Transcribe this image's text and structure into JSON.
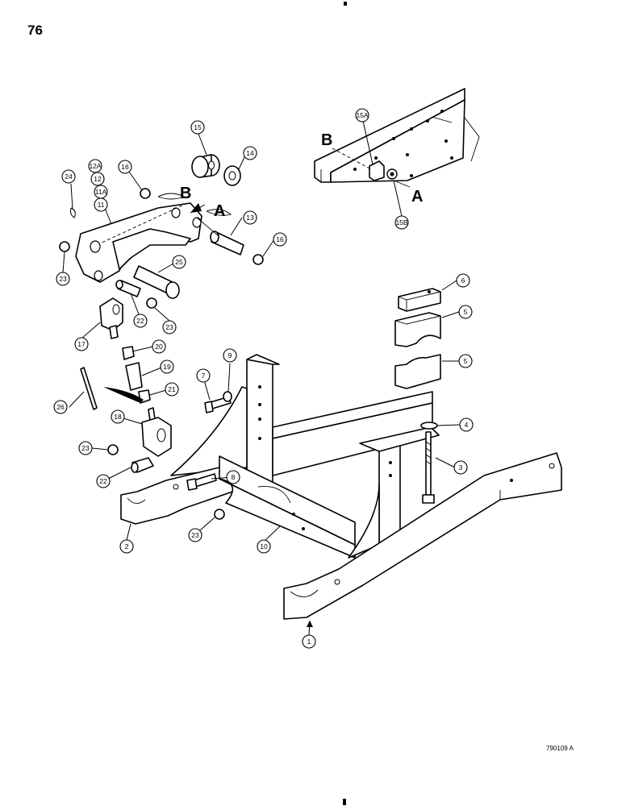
{
  "page": {
    "number": "76",
    "figure_code": "790109 A"
  },
  "callouts": {
    "c1": "1",
    "c2": "2",
    "c3": "3",
    "c4": "4",
    "c5a": "5",
    "c5b": "5",
    "c6": "6",
    "c7": "7",
    "c8": "8",
    "c9": "9",
    "c10": "10",
    "c11": "11",
    "c11a": "11A",
    "c12": "12",
    "c12a": "12A",
    "c13": "13",
    "c14": "14",
    "c15": "15",
    "c15a": "15A",
    "c15b": "15B",
    "c16a": "16",
    "c16b": "16",
    "c17": "17",
    "c18": "18",
    "c19": "19",
    "c20": "20",
    "c21": "21",
    "c22a": "22",
    "c22b": "22",
    "c23a": "23",
    "c23b": "23",
    "c23c": "23",
    "c23d": "23",
    "c24": "24",
    "c25": "25",
    "c26": "26"
  },
  "view_letters": {
    "a_main": "A",
    "b_main": "B",
    "a_inset": "A",
    "b_inset": "B"
  }
}
